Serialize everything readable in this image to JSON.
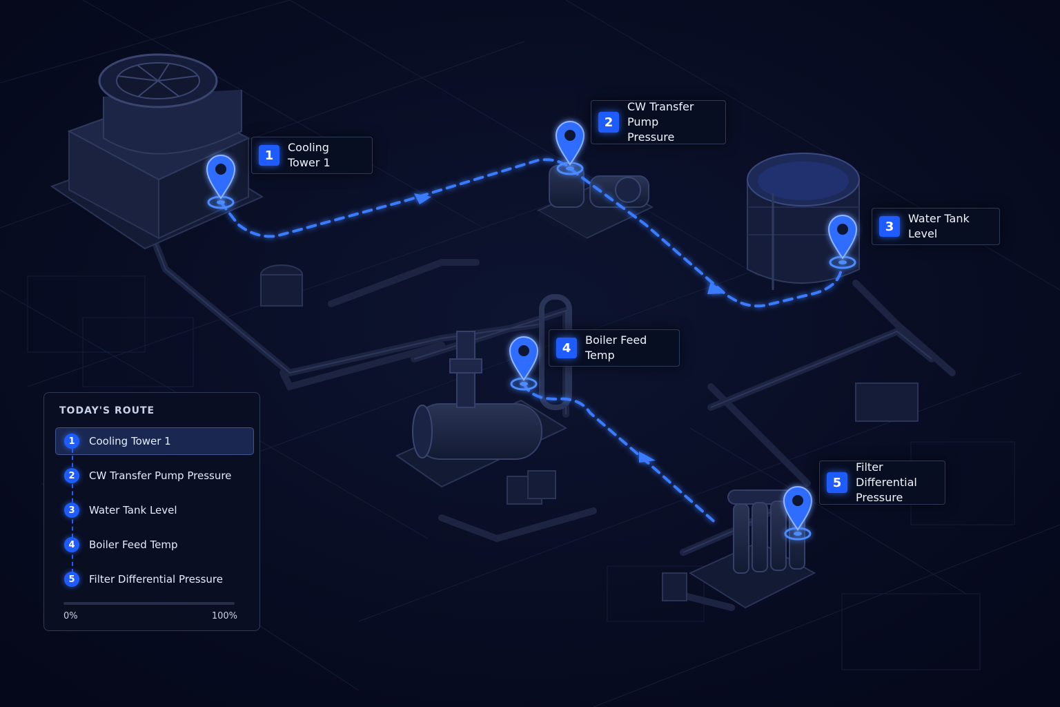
{
  "stops": [
    {
      "number": "1",
      "label": "Cooling Tower 1"
    },
    {
      "number": "2",
      "label": "CW Transfer Pump Pressure"
    },
    {
      "number": "3",
      "label": "Water Tank Level"
    },
    {
      "number": "4",
      "label": "Boiler Feed Temp"
    },
    {
      "number": "5",
      "label": "Filter Differential Pressure"
    }
  ],
  "callouts": {
    "c1": {
      "number": "1",
      "line1": "Cooling Tower 1"
    },
    "c2": {
      "number": "2",
      "line1": "CW Transfer Pump",
      "line2": "Pressure"
    },
    "c3": {
      "number": "3",
      "line1": "Water Tank Level"
    },
    "c4": {
      "number": "4",
      "line1": "Boiler Feed Temp"
    },
    "c5": {
      "number": "5",
      "line1": "Filter Differential",
      "line2": "Pressure"
    }
  },
  "panel": {
    "title": "TODAY'S ROUTE",
    "progress_min_label": "0%",
    "progress_max_label": "100%",
    "progress_fraction": 0
  },
  "colors": {
    "accent": "#1f5cff",
    "route_glow": "#3a7bff",
    "background": "#070b1d"
  }
}
